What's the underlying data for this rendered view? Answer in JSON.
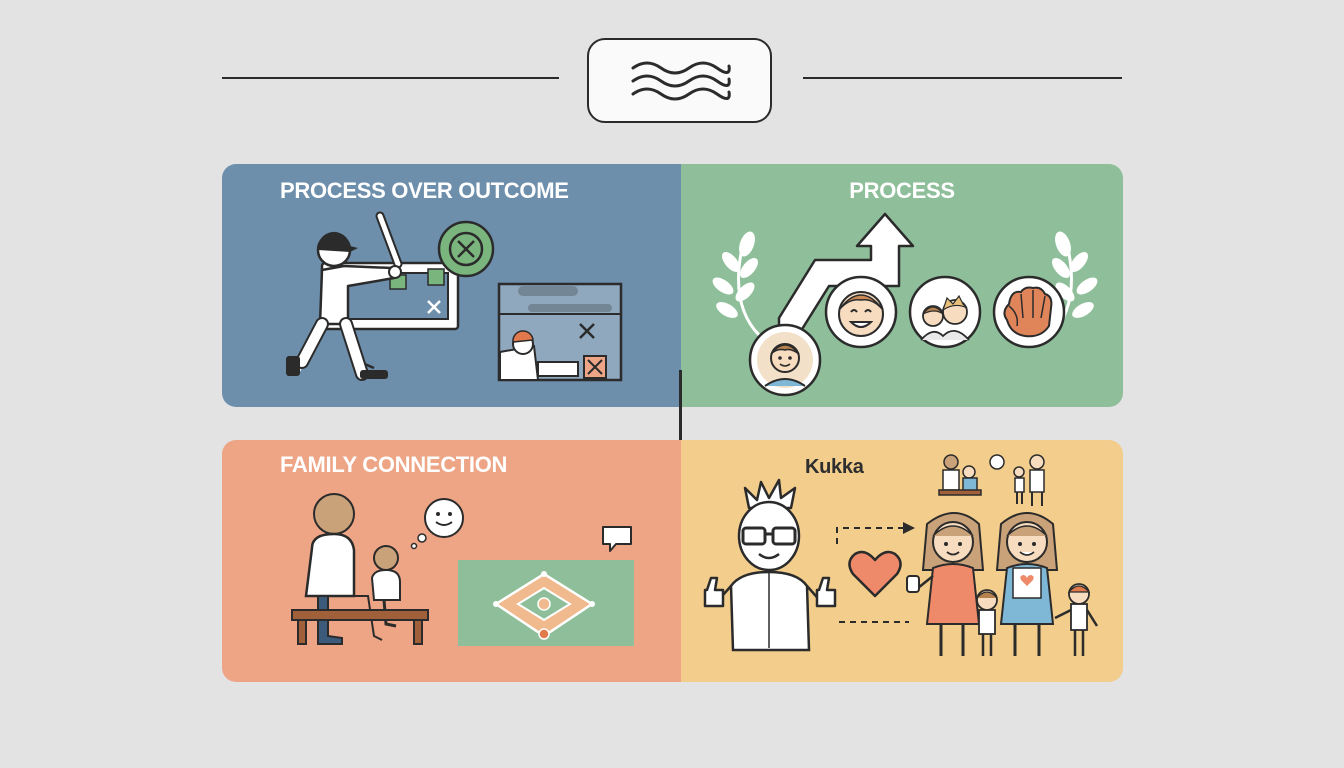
{
  "panels": {
    "top_left": {
      "title": "PROCESS OVER OUTCOME",
      "color": "#6e8fac"
    },
    "top_right": {
      "title": "PROCESS",
      "color": "#8fbf9a"
    },
    "bottom_left": {
      "title": "FAMILY CONNECTION",
      "color": "#eda585"
    },
    "bottom_right": {
      "title": "Kukka",
      "color": "#f3cd8c"
    }
  },
  "icons": [
    "wave-icon",
    "batter-icon",
    "x-circle-icon",
    "scoreboard-icon",
    "arrow-up-icon",
    "laurel-icon",
    "child-face-icon",
    "kid-face-icon",
    "family-faces-icon",
    "glove-icon",
    "parent-child-bench-icon",
    "speech-bubble-icon",
    "baseball-field-icon",
    "coach-thumbs-up-icon",
    "heart-icon",
    "family-group-icon"
  ]
}
